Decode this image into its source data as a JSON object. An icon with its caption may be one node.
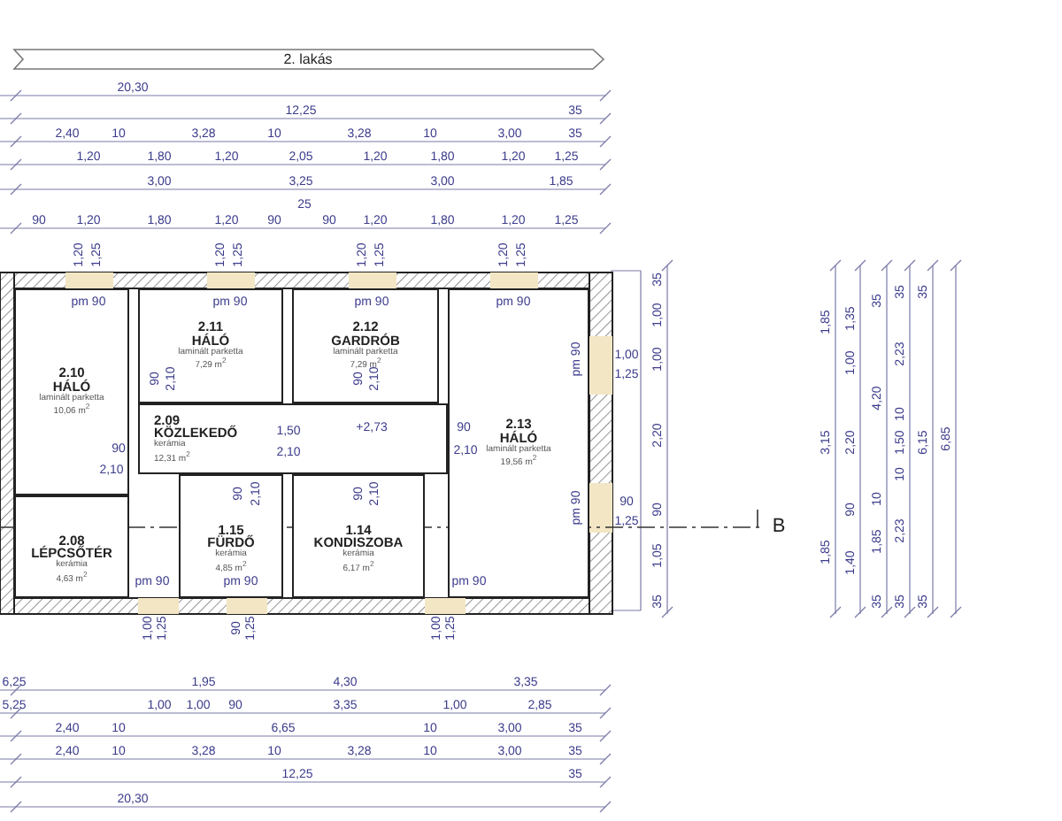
{
  "diagram": {
    "nodes": [
      {
        "text": [
          "2.10",
          "HÁLÓ",
          "laminált parketta",
          "10,06 m$^{2}$"
        ]
      },
      {
        "text": [
          "2.11",
          "HÁLÓ",
          "laminált parketta",
          "7,29 m$^{2}$"
        ]
      },
      {
        "text": [
          "2.12",
          "GARDRÓB",
          "laminált parketta",
          "7,29 m$^{2}$"
        ]
      },
      {
        "text": [
          "2.09",
          "KÖZLEKEDŐ",
          "kerámia",
          "12,31 m$^{2}$"
        ]
      },
      {
        "text": [
          "2.13",
          "HÁLÓ",
          "laminált parketta",
          "19,56 m$^{2}$"
        ]
      },
      {
        "text": [
          "2.08",
          "LÉPCSŐTÉR",
          "kerámia",
          "4,63 m$^{2}$"
        ]
      },
      {
        "text": [
          "1.15",
          "FÜRDŐ",
          "kerámia",
          "4,85 m$^{2}$"
        ]
      },
      {
        "text": [
          "1.14",
          "KONDISZOBA",
          "kerámia",
          "6,17 m$^{2}$"
        ]
      }
    ],
    "edges": [],
    "labels": [
      "2. lakás",
      "20,30",
      "12,25",
      "35",
      "2,40",
      "10",
      "3,28",
      "10",
      "3,28",
      "10",
      "3,00",
      "35",
      "1,20",
      "1,80",
      "1,20",
      "2,05",
      "1,20",
      "1,80",
      "1,20",
      "1,25",
      "3,00",
      "3,25",
      "3,00",
      "1,85",
      "25",
      "90",
      "1,20",
      "1,80",
      "1,20",
      "90",
      "90",
      "1,20",
      "1,80",
      "1,20",
      "1,25",
      "1,20",
      "1,25",
      "1,20",
      "1,25",
      "1,20",
      "1,25",
      "1,20",
      "1,25",
      "pm 90",
      "pm 90",
      "pm 90",
      "pm 90",
      "90",
      "2,10",
      "90",
      "2,10",
      "1,50",
      "+2,73",
      "90",
      "90",
      "2,10",
      "2,10",
      "2,10",
      "90",
      "2,10",
      "90",
      "2,10",
      "pm 90",
      "1,00",
      "1,25",
      "pm 90",
      "90",
      "1,25",
      "pm 90",
      "pm 90",
      "pm 90",
      "1,00",
      "1,25",
      "90",
      "1,25",
      "1,00",
      "1,25",
      "B",
      "35",
      "1,00",
      "1,00",
      "2,20",
      "90",
      "1,05",
      "35",
      "1,85",
      "3,15",
      "1,85",
      "1,35",
      "1,00",
      "2,20",
      "90",
      "1,40",
      "35",
      "4,20",
      "10",
      "1,85",
      "35",
      "35",
      "2,23",
      "10",
      "1,50",
      "10",
      "2,23",
      "35",
      "35",
      "6,15",
      "35",
      "6,85",
      "6,25",
      "1,95",
      "4,30",
      "3,35",
      "5,25",
      "1,00",
      "1,00",
      "90",
      "3,35",
      "1,00",
      "2,85",
      "2,40",
      "10",
      "6,65",
      "10",
      "3,00",
      "35",
      "2,40",
      "10",
      "3,28",
      "10",
      "3,28",
      "10",
      "3,00",
      "35",
      "12,25",
      "35",
      "20,30"
    ]
  }
}
